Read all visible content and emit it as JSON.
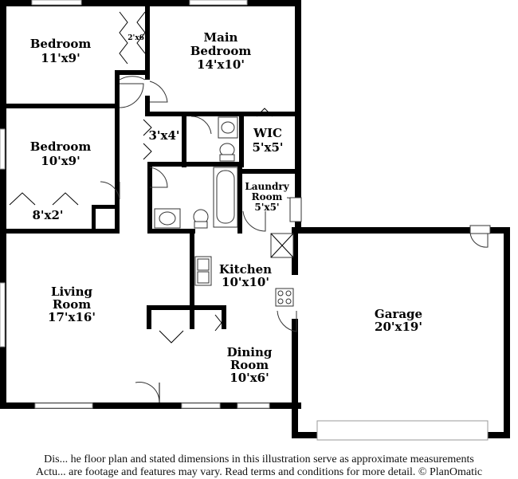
{
  "rooms": {
    "bedroom_1": {
      "name": "Bedroom",
      "dims": "11'x9'"
    },
    "main_bedroom": {
      "name_line1": "Main",
      "name_line2": "Bedroom",
      "dims": "14'x10'"
    },
    "bedroom_2": {
      "name": "Bedroom",
      "dims": "10'x9'"
    },
    "living_room": {
      "name_line1": "Living",
      "name_line2": "Room",
      "dims": "17'x16'"
    },
    "kitchen": {
      "name": "Kitchen",
      "dims": "10'x10'"
    },
    "dining_room": {
      "name_line1": "Dining",
      "name_line2": "Room",
      "dims": "10'x6'"
    },
    "garage": {
      "name": "Garage",
      "dims": "20'x19'"
    },
    "laundry_room": {
      "name_line1": "Laundry",
      "name_line2": "Room",
      "dims": "5'x5'"
    },
    "wic": {
      "name": "WIC",
      "dims": "5'x5'"
    },
    "hall_closet": {
      "dims": "3'x4'"
    },
    "bedroom_closet_1": {
      "dims": "2'x6'"
    },
    "bedroom_closet_2": {
      "dims": "8'x2'"
    }
  },
  "disclaimer": {
    "line1": "Dis... he floor plan and stated dimensions in this illustration serve as approximate measurements",
    "line2": "Actu... are footage and features may vary. Read terms and conditions for more detail. © PlanOmatic"
  }
}
